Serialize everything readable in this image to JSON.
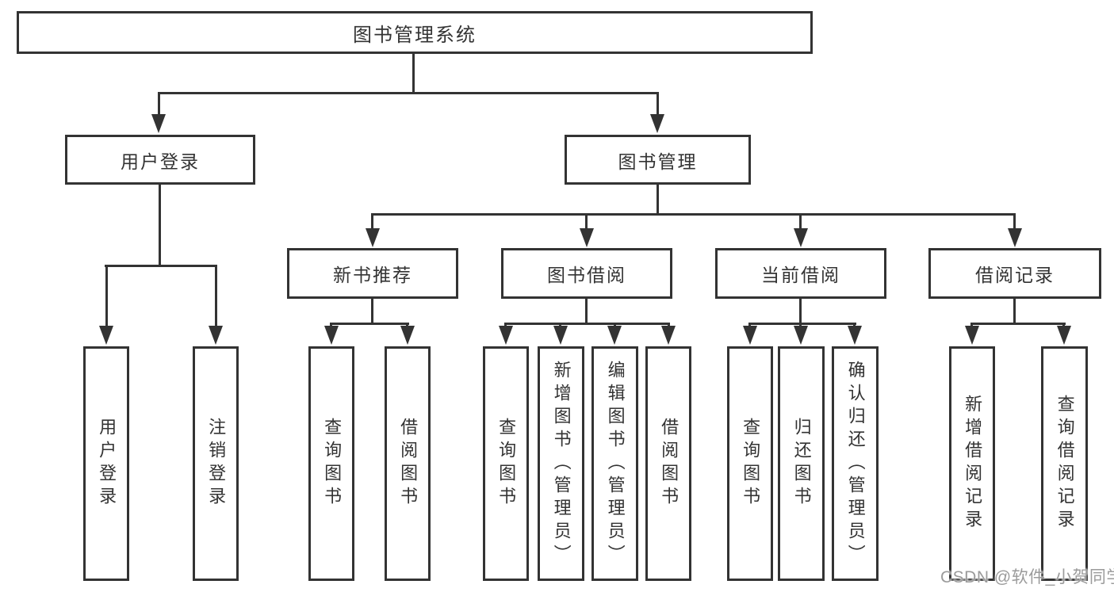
{
  "colors": {
    "line": "#333333",
    "text": "#333333",
    "watermark": "#9b9b9b",
    "background": "#ffffff"
  },
  "tree": {
    "root": {
      "label": "图书管理系统"
    },
    "level2": [
      {
        "label": "用户登录"
      },
      {
        "label": "图书管理"
      }
    ],
    "level3": [
      {
        "label": "新书推荐"
      },
      {
        "label": "图书借阅"
      },
      {
        "label": "当前借阅"
      },
      {
        "label": "借阅记录"
      }
    ],
    "leaves": {
      "user_login": [
        "用户登录",
        "注销登录"
      ],
      "new_book_recommend": [
        "查询图书",
        "借阅图书"
      ],
      "book_borrow": [
        "查询图书",
        "新增图书（管理员）",
        "编辑图书（管理员）",
        "借阅图书"
      ],
      "current_borrow": [
        "查询图书",
        "归还图书",
        "确认归还（管理员）"
      ],
      "borrow_records": [
        "新增借阅记录",
        "查询借阅记录"
      ]
    }
  },
  "watermark": {
    "text": "CSDN @软件_小贺同学"
  }
}
